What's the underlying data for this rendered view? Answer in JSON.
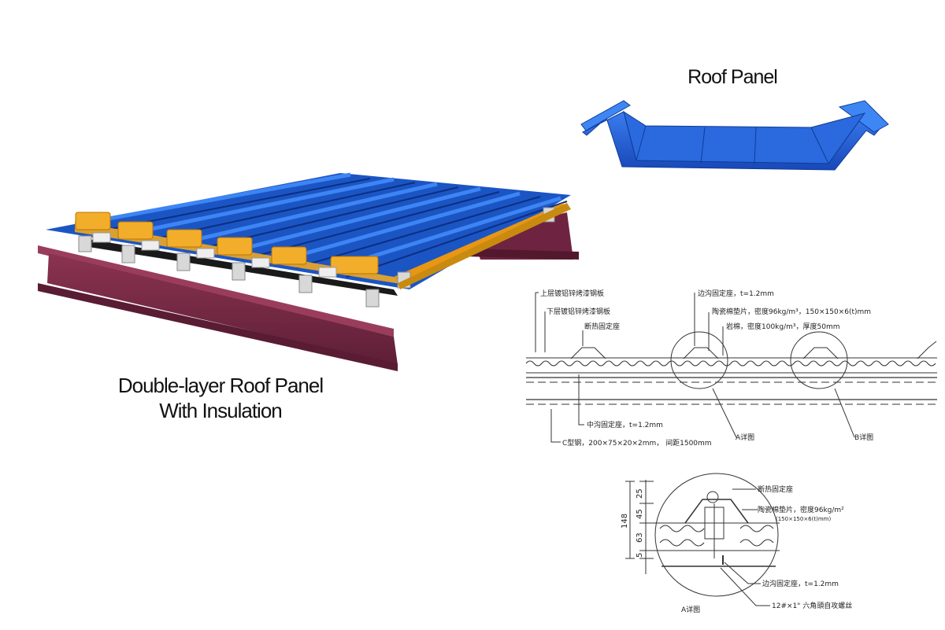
{
  "titles": {
    "roof_panel": "Roof Panel",
    "caption_line1": "Double-layer Roof Panel",
    "caption_line2": "With Insulation"
  },
  "section_labels": {
    "upper_sheet": "上层镀铝锌烤漆钢板",
    "lower_sheet": "下层镀铝锌烤漆钢板",
    "thermal_break": "断热固定座",
    "edge_bracket": "边沟固定座，t=1.2mm",
    "ceramic_pad": "陶瓷棉垫片，密度96kg/m³，150×150×6(t)mm",
    "rock_wool": "岩棉，密度100kg/m³，厚度50mm",
    "middle_bracket": "中沟固定座，t=1.2mm",
    "detail_a": "A详图",
    "detail_b": "B详图",
    "c_purlin": "C型钢，200×75×20×2mm， 间距1500mm"
  },
  "detail_labels": {
    "thermal_break": "断热固定座",
    "ceramic_pad": "陶瓷棉垫片，密度96kg/m²",
    "ceramic_pad_size": "(150×150×6(t)mm)",
    "edge_bracket": "边沟固定座，t=1.2mm",
    "screw": "12#×1\" 六角頭自攻螺丝",
    "detail_title": "A详图",
    "dim_total": "148",
    "dim_25": "25",
    "dim_45": "45",
    "dim_63": "63",
    "dim_5": "5"
  },
  "colors": {
    "panel_blue": "#1f5fd0",
    "panel_dark": "#0f3d96",
    "beam": "#7b2a45",
    "insulation": "#f0a823",
    "bracket": "#c9c9c9"
  }
}
